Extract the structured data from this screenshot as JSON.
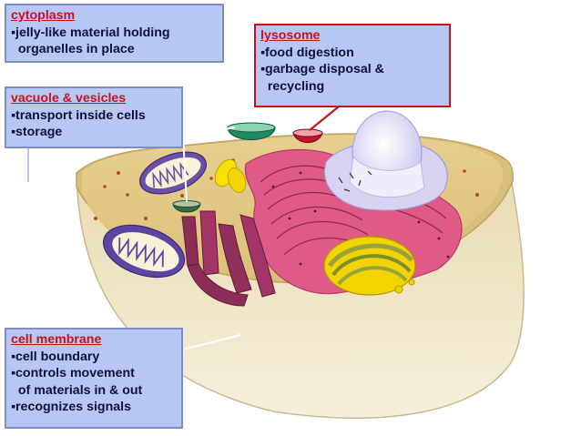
{
  "colors": {
    "callout_bg": "#b7c6f2",
    "callout_border": "#7d8cc6",
    "lysosome_border": "#c0161b",
    "title_red": "#c4141c",
    "body_text": "#0d1140",
    "cytoplasm": "#e4cc8e",
    "membrane": "#efe5c8",
    "nucleus": "#e6e6fa",
    "er_pink": "#dd4b7a",
    "golgi_yellow": "#f4d200",
    "mitochondria": "#6b4fa8"
  },
  "callouts": {
    "cytoplasm": {
      "title": "cytoplasm",
      "lines": [
        "▪jelly-like material holding",
        "  organelles in place"
      ]
    },
    "vacuole": {
      "title": "vacuole & vesicles",
      "lines": [
        "▪transport inside cells",
        "▪storage"
      ]
    },
    "lysosome": {
      "title": "lysosome",
      "lines": [
        "▪food digestion",
        "▪garbage disposal &",
        "  recycling"
      ]
    },
    "membrane": {
      "title": "cell membrane",
      "lines": [
        "▪cell boundary",
        "▪controls movement",
        "  of materials in & out",
        "▪recognizes signals"
      ]
    }
  }
}
